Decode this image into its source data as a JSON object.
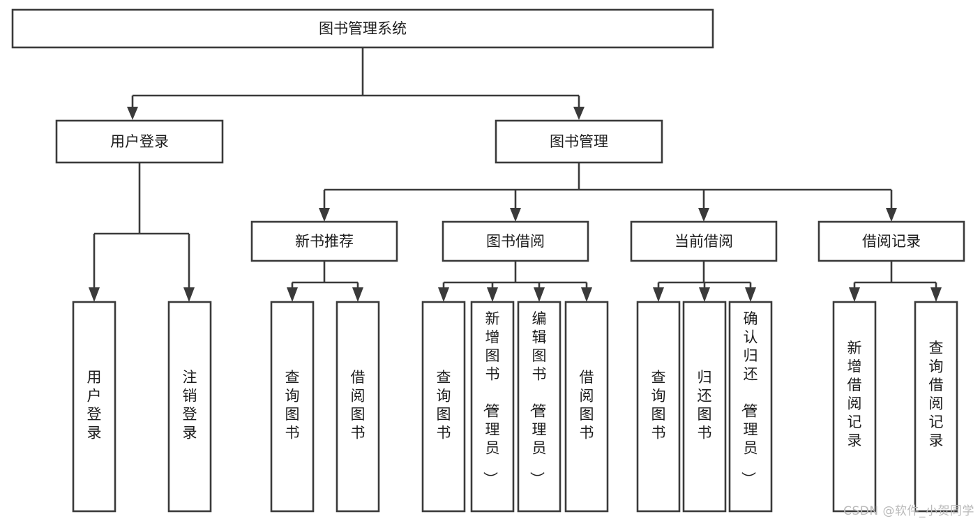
{
  "diagram": {
    "title": "图书管理系统",
    "type": "tree-hierarchy",
    "watermark": "CSDN @软件_小贺同学",
    "colors": {
      "background": "#ffffff",
      "stroke": "#3a3a3a",
      "text": "#1d1d1d",
      "watermark": "#b9b9b9"
    },
    "root": {
      "label": "图书管理系统"
    },
    "level2": [
      {
        "label": "用户登录"
      },
      {
        "label": "图书管理"
      }
    ],
    "level3": [
      {
        "label": "新书推荐"
      },
      {
        "label": "图书借阅"
      },
      {
        "label": "当前借阅"
      },
      {
        "label": "借阅记录"
      }
    ],
    "leaves": {
      "user_login": [
        {
          "label": "用户登录"
        },
        {
          "label": "注销登录"
        }
      ],
      "new_book_recommend": [
        {
          "label": "查询图书"
        },
        {
          "label": "借阅图书"
        }
      ],
      "book_borrow": [
        {
          "label": "查询图书"
        },
        {
          "label": "新增图书（管理员）"
        },
        {
          "label": "编辑图书（管理员）"
        },
        {
          "label": "借阅图书"
        }
      ],
      "current_borrow": [
        {
          "label": "查询图书"
        },
        {
          "label": "归还图书"
        },
        {
          "label": "确认归还（管理员）"
        }
      ],
      "borrow_record": [
        {
          "label": "新增借阅记录"
        },
        {
          "label": "查询借阅记录"
        }
      ]
    }
  }
}
